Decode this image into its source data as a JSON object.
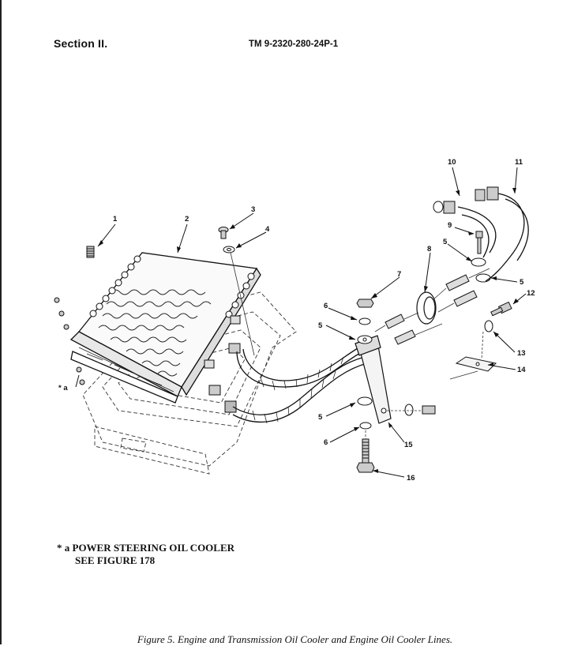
{
  "header": {
    "section": "Section II.",
    "tm_number": "TM 9-2320-280-24P-1"
  },
  "figure": {
    "callouts": [
      "1",
      "2",
      "3",
      "4",
      "5",
      "6",
      "7",
      "8",
      "9",
      "10",
      "11",
      "12",
      "13",
      "14",
      "15",
      "16",
      "* a"
    ],
    "callout_5b": "5",
    "callout_5c": "5",
    "callout_5d": "5",
    "callout_6b": "6"
  },
  "note": {
    "line1": "* a POWER STEERING OIL COOLER",
    "line2": "SEE FIGURE 178"
  },
  "caption": "Figure 5.  Engine and Transmission Oil Cooler and Engine Oil Cooler Lines."
}
